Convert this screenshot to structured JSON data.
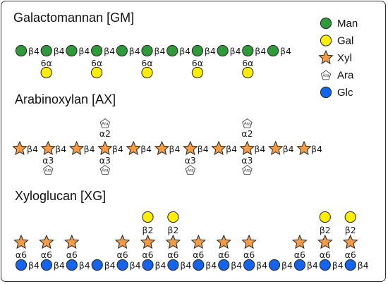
{
  "colors": {
    "man": "#2e9a3a",
    "gal": "#ffee00",
    "xyl": "#f59a45",
    "ara": "#ffffff",
    "glc": "#1464f0",
    "stroke": "#222222"
  },
  "panels": {
    "gm": {
      "title": "Galactomannan [GM]"
    },
    "ax": {
      "title": "Arabinoxylan [AX]"
    },
    "xg": {
      "title": "Xyloglucan [XG]"
    }
  },
  "legend": [
    {
      "key": "man",
      "shape": "circle",
      "label": "Man"
    },
    {
      "key": "gal",
      "shape": "circle",
      "label": "Gal"
    },
    {
      "key": "xyl",
      "shape": "star",
      "label": "Xyl"
    },
    {
      "key": "ara",
      "shape": "pentagon",
      "label": "Ara",
      "inner": "Ara"
    },
    {
      "key": "glc",
      "shape": "circle",
      "label": "Glc"
    }
  ],
  "gm": {
    "backbone": {
      "residue": "man",
      "count": 11,
      "linkage": "β4"
    },
    "branches": {
      "residue": "gal",
      "linkage": "6α",
      "at": [
        1,
        3,
        5,
        7,
        9
      ]
    }
  },
  "ax": {
    "backbone": {
      "residue": "xyl",
      "count": 11,
      "linkage": "β4"
    },
    "branches": [
      {
        "at": 3,
        "residue": "ara",
        "inner": "Ara",
        "linkage": "α2",
        "side": "up"
      },
      {
        "at": 8,
        "residue": "ara",
        "inner": "Ara",
        "linkage": "α2",
        "side": "up"
      },
      {
        "at": 1,
        "residue": "ara",
        "inner": "Ara",
        "linkage": "α3",
        "side": "down"
      },
      {
        "at": 3,
        "residue": "ara",
        "inner": "Ara",
        "linkage": "α3",
        "side": "down"
      },
      {
        "at": 6,
        "residue": "ara",
        "inner": "Ara",
        "linkage": "α3",
        "side": "down"
      },
      {
        "at": 8,
        "residue": "ara",
        "inner": "Ara",
        "linkage": "α3",
        "side": "down"
      }
    ]
  },
  "xg": {
    "backbone": {
      "residue": "glc",
      "count": 14,
      "linkage": "β4"
    },
    "xyl_branches": {
      "linkage": "α6",
      "at": [
        0,
        1,
        2,
        4,
        5,
        6,
        7,
        8,
        9,
        11,
        12,
        13
      ]
    },
    "gal_branches": {
      "linkage": "β2",
      "at": [
        5,
        6,
        12,
        13
      ]
    }
  }
}
